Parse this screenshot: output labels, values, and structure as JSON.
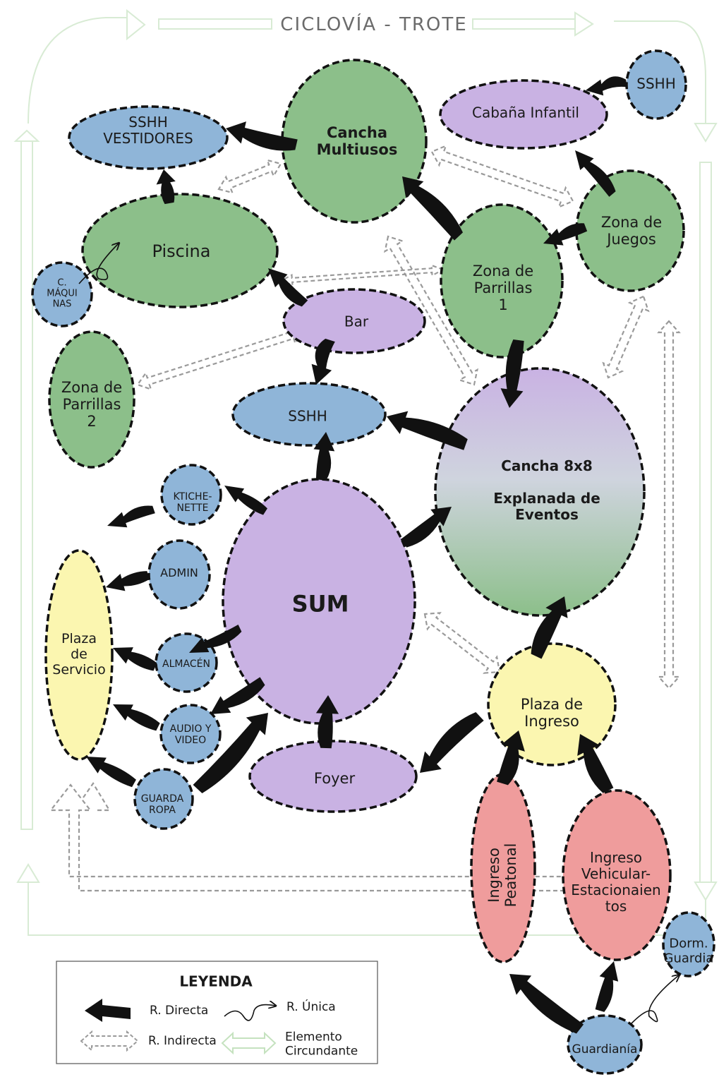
{
  "title": "CICLOVÍA - TROTE",
  "colors": {
    "green": "#8cbf8a",
    "green_light": "#a9d0a2",
    "blue": "#8fb5d8",
    "purple": "#c9b2e3",
    "yellow": "#fbf6b0",
    "red": "#ef9c9c",
    "arrow": "#111111",
    "dashed": "#9a9a9a",
    "frame": "#d8ebd4"
  },
  "nodes": {
    "sshh_vestidores": "SSHH\nVESTIDORES",
    "cancha_multiusos": "Cancha\nMultiusos",
    "cabana_infantil": "Cabaña Infantil",
    "sshh_top": "SSHH",
    "piscina": "Piscina",
    "c_maquinas": "C.\nMÁQUI\nNAS",
    "zona_parrillas_1": "Zona de\nParrillas\n1",
    "zona_juegos": "Zona de\nJuegos",
    "bar": "Bar",
    "zona_parrillas_2": "Zona de\nParrillas\n2",
    "sshh_mid": "SSHH",
    "cancha_8x8": "Cancha 8x8\n\nExplanada de\nEventos",
    "kitchenette": "KTICHE-\nNETTE",
    "admin": "ADMIN",
    "sum": "SUM",
    "plaza_servicio": "Plaza\nde\nServicio",
    "almacen": "ALMACÉN",
    "audio_video": "AUDIO Y\nVIDEO",
    "plaza_ingreso": "Plaza de\nIngreso",
    "foyer": "Foyer",
    "guarda_ropa": "GUARDA\nROPA",
    "ingreso_peatonal": "Ingreso\nPeatonal",
    "ingreso_vehicular": "Ingreso\nVehicular-\nEstacionaien\ntos",
    "dorm_guardia": "Dorm.\nGuardia",
    "guardiania": "Guardianía"
  },
  "legend": {
    "title": "LEYENDA",
    "directa": "R. Directa",
    "unica": "R. Única",
    "indirecta": "R. Indirecta",
    "circundante": "Elemento\nCircundante"
  }
}
